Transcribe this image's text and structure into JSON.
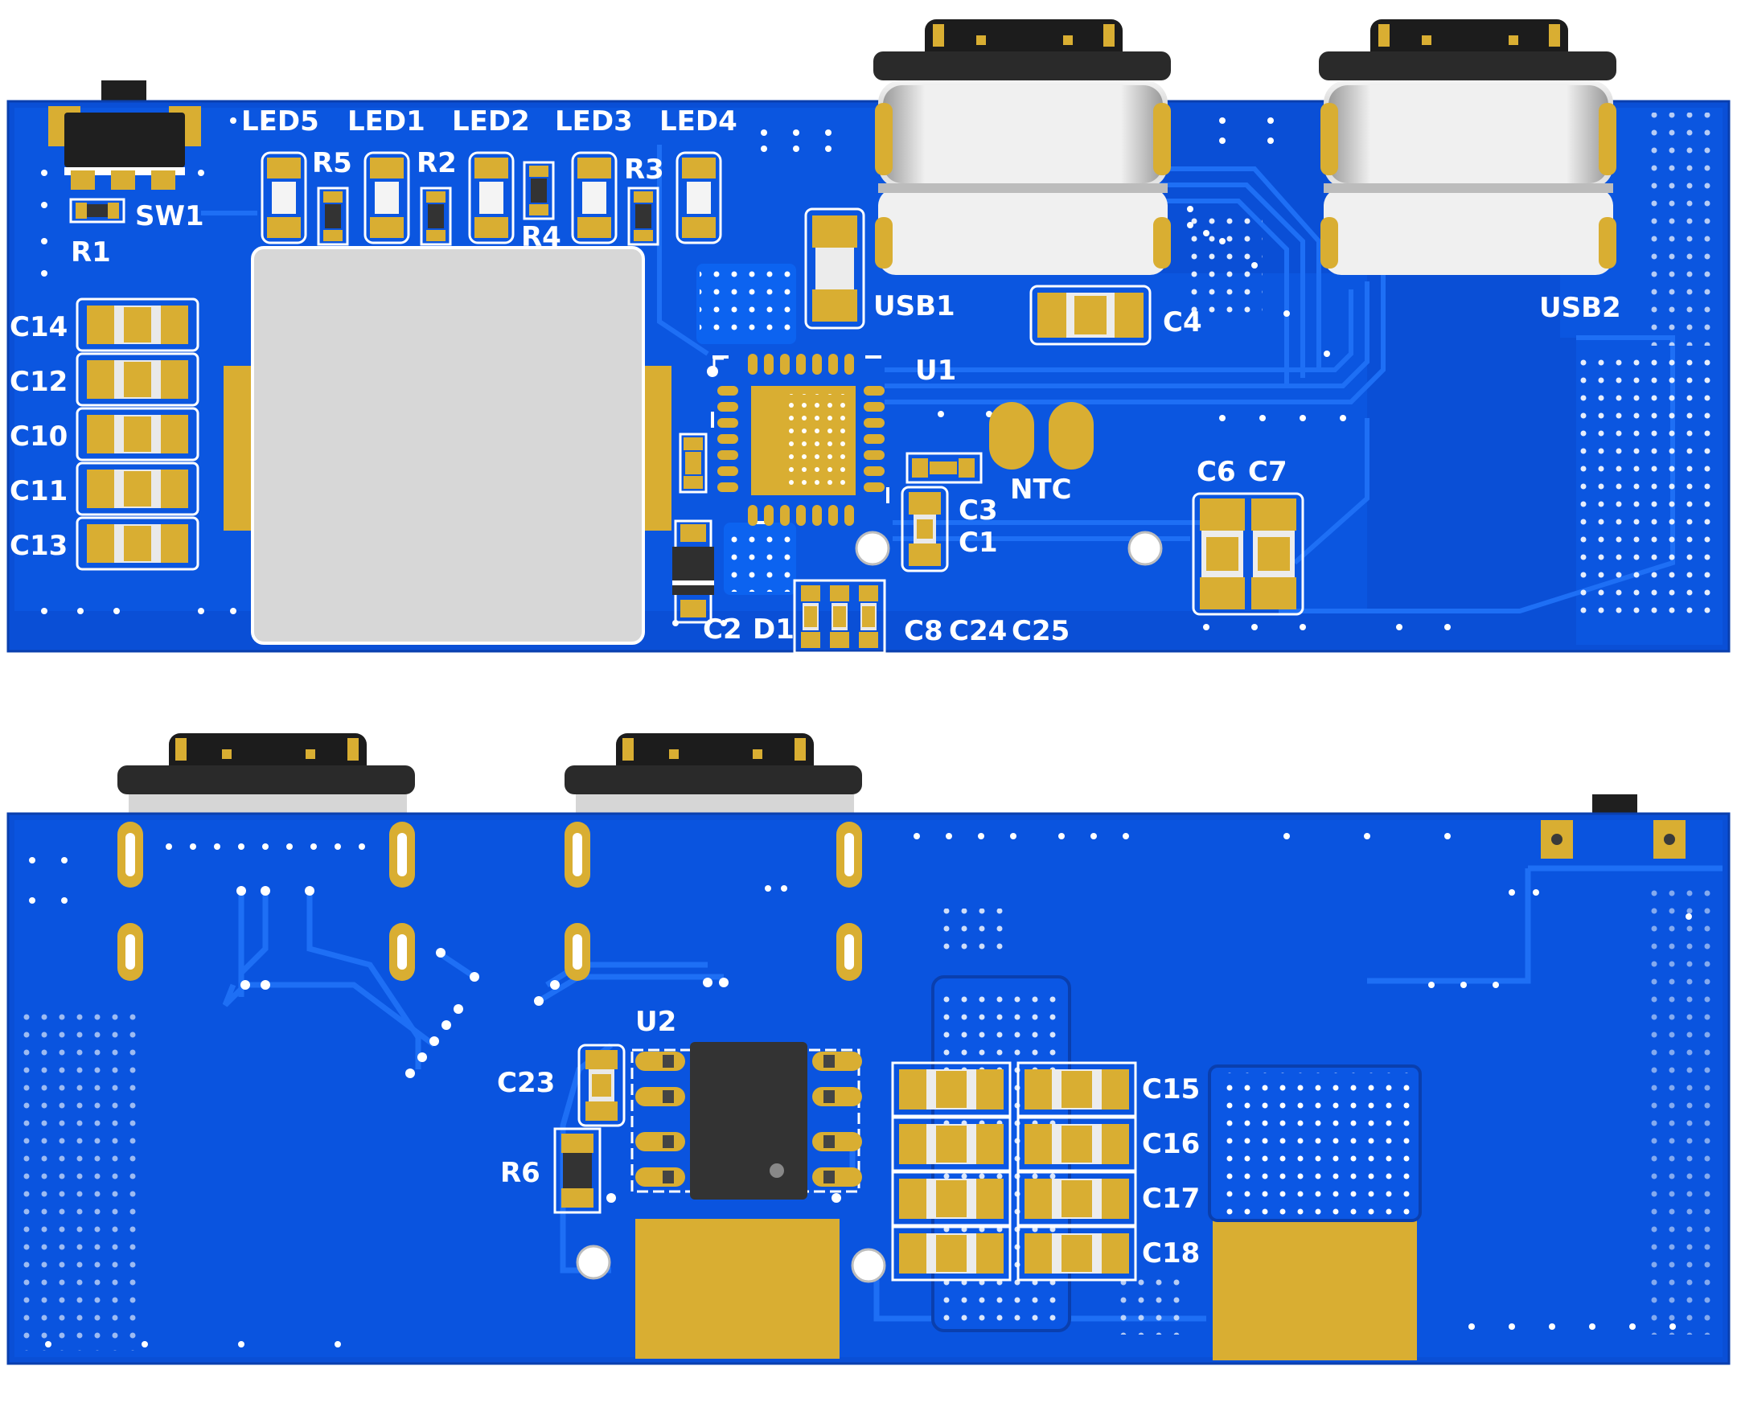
{
  "colors": {
    "board": "#0a4fd6",
    "copper": "#0c63f0",
    "trace": "#1e6ff5",
    "gold": "#d9ae32",
    "silk": "#ffffff",
    "metal": "#d8d8d8",
    "chip": "#3a3a3a"
  },
  "top_side": {
    "labels": {
      "led5": "LED5",
      "led1": "LED1",
      "led2": "LED2",
      "led3": "LED3",
      "led4": "LED4",
      "r5": "R5",
      "r2": "R2",
      "r3": "R3",
      "r4": "R4",
      "r1": "R1",
      "sw1": "SW1",
      "c14": "C14",
      "c12": "C12",
      "c10": "C10",
      "c11": "C11",
      "c13": "C13",
      "usb1": "USB1",
      "usb2": "USB2",
      "c4": "C4",
      "u1": "U1",
      "ntc": "NTC",
      "c3": "C3",
      "c1": "C1",
      "c6": "C6",
      "c7": "C7",
      "c2": "C2",
      "d1": "D1",
      "c8": "C8",
      "c24": "C24",
      "c25": "C25"
    }
  },
  "bottom_side": {
    "labels": {
      "u2": "U2",
      "c23": "C23",
      "r6": "R6",
      "c15": "C15",
      "c16": "C16",
      "c17": "C17",
      "c18": "C18"
    }
  }
}
